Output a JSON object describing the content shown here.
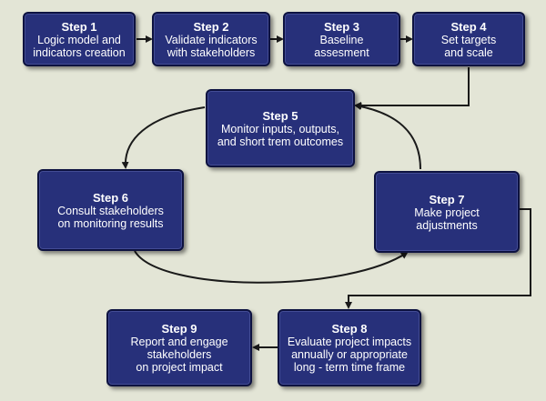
{
  "steps": [
    {
      "title": "Step 1",
      "text": "Logic model and\nindicators creation"
    },
    {
      "title": "Step 2",
      "text": "Validate indicators\nwith stakeholders"
    },
    {
      "title": "Step 3",
      "text": "Baseline\nassesment"
    },
    {
      "title": "Step 4",
      "text": "Set targets\nand scale"
    },
    {
      "title": "Step 5",
      "text": "Monitor inputs, outputs,\nand short trem outcomes"
    },
    {
      "title": "Step 6",
      "text": "Consult stakeholders\non monitoring results"
    },
    {
      "title": "Step 7",
      "text": "Make project\nadjustments"
    },
    {
      "title": "Step 8",
      "text": "Evaluate project impacts\nannually or appropriate\nlong - term time frame"
    },
    {
      "title": "Step 9",
      "text": "Report and engage\nstakeholders\non project impact"
    }
  ],
  "colors": {
    "background": "#e3e5d6",
    "box_fill": "#27307a",
    "box_border": "#0d1240",
    "arrow": "#1a1a1a"
  }
}
